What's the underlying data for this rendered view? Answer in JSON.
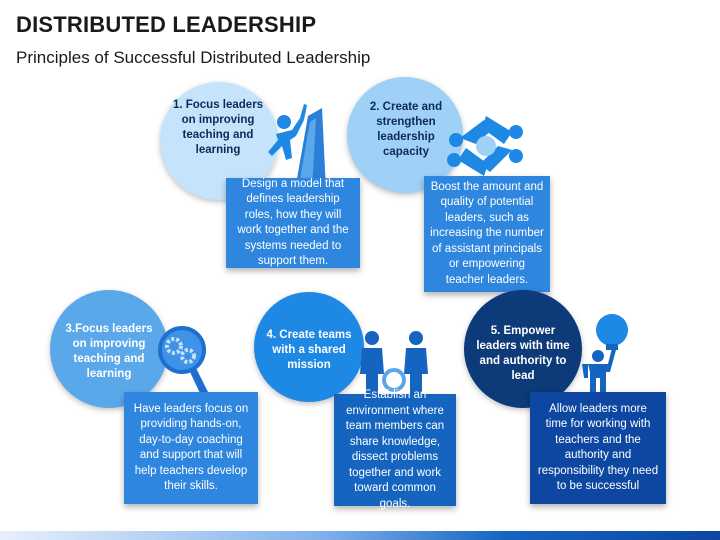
{
  "header": {
    "title": "DISTRIBUTED LEADERSHIP",
    "subtitle": "Principles of Successful Distributed Leadership"
  },
  "principles": [
    {
      "heading": "1. Focus leaders\non improving\nteaching and\nlearning",
      "body": "Design a model that\ndefines leadership\nroles, how they will\nwork together and the\nsystems needed to\nsupport them.",
      "icon": "climber-icon"
    },
    {
      "heading": "2. Create and\nstrengthen\nleadership\ncapacity",
      "body": "Boost the amount and\nquality of potential\nleaders, such as\nincreasing the number\nof assistant principals\nor empowering\nteacher leaders.",
      "icon": "joined-hands-icon"
    },
    {
      "heading": "3.Focus leaders\non improving\nteaching and\nlearning",
      "body": "Have leaders focus on\nproviding hands-on,\nday-to-day coaching\nand support that will\nhelp teachers develop\ntheir skills.",
      "icon": "gears-magnifier-icon"
    },
    {
      "heading": "4. Create teams\nwith a shared\nmission",
      "body": "Establish an\nenvironment where\nteam members can\nshare knowledge,\ndissect problems\ntogether and work\ntoward common goals.",
      "icon": "team-people-icon"
    },
    {
      "heading": "5. Empower\nleaders with time\nand authority to\nlead",
      "body": "Allow leaders more\ntime for working with\nteachers and the\nauthority and\nresponsibility they need\nto be successful",
      "icon": "lightbulb-person-icon"
    }
  ],
  "colors": {
    "circle1": "#c5e3fa",
    "circle2": "#9fd0f6",
    "circle3": "#5aa8ea",
    "circle4": "#1e88e5",
    "circle5": "#0d3a78",
    "card1": "#2f86df",
    "card2": "#2f86df",
    "card3": "#2f86df",
    "card4": "#1565c0",
    "card5": "#0d47a1",
    "dark_text": "#0d2b57",
    "icon_blue": "#1e88e5"
  }
}
